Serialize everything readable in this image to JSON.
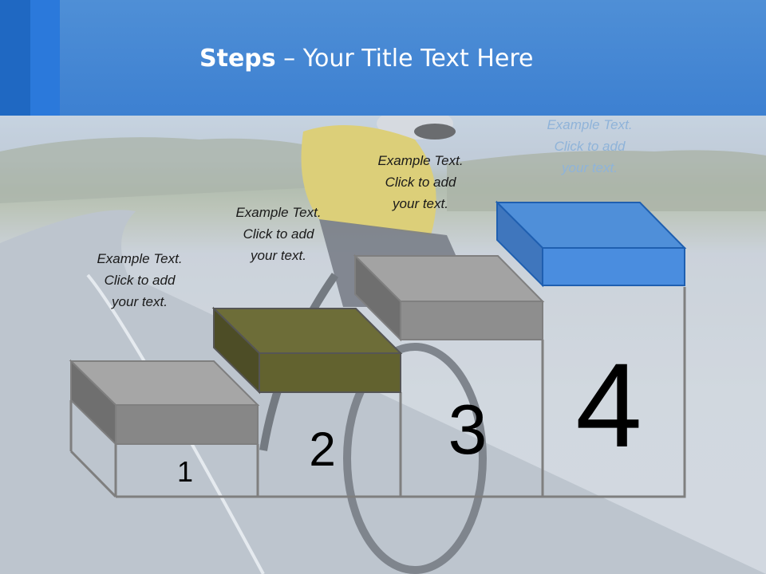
{
  "slide": {
    "title_strong": "Steps",
    "title_rest": " – Your Title Text Here"
  },
  "steps": [
    {
      "number": "1",
      "caption_line1": "Example Text.",
      "caption_line2": "Click  to add",
      "caption_line3": "your text.",
      "block_color": "#7f7f7f"
    },
    {
      "number": "2",
      "caption_line1": "Example Text.",
      "caption_line2": "Click  to add",
      "caption_line3": "your text.",
      "block_color": "#5f5f30"
    },
    {
      "number": "3",
      "caption_line1": "Example Text.",
      "caption_line2": "Click  to add",
      "caption_line3": "your text.",
      "block_color": "#8c8c8c"
    },
    {
      "number": "4",
      "caption_line1": "Example Text.",
      "caption_line2": "Click  to add",
      "caption_line3": "your text.",
      "block_color": "#4a8ad8"
    }
  ],
  "colors": {
    "header": "#3d80d1",
    "accent_dark": "#1f68c2",
    "outline": "#7f7f7f"
  }
}
